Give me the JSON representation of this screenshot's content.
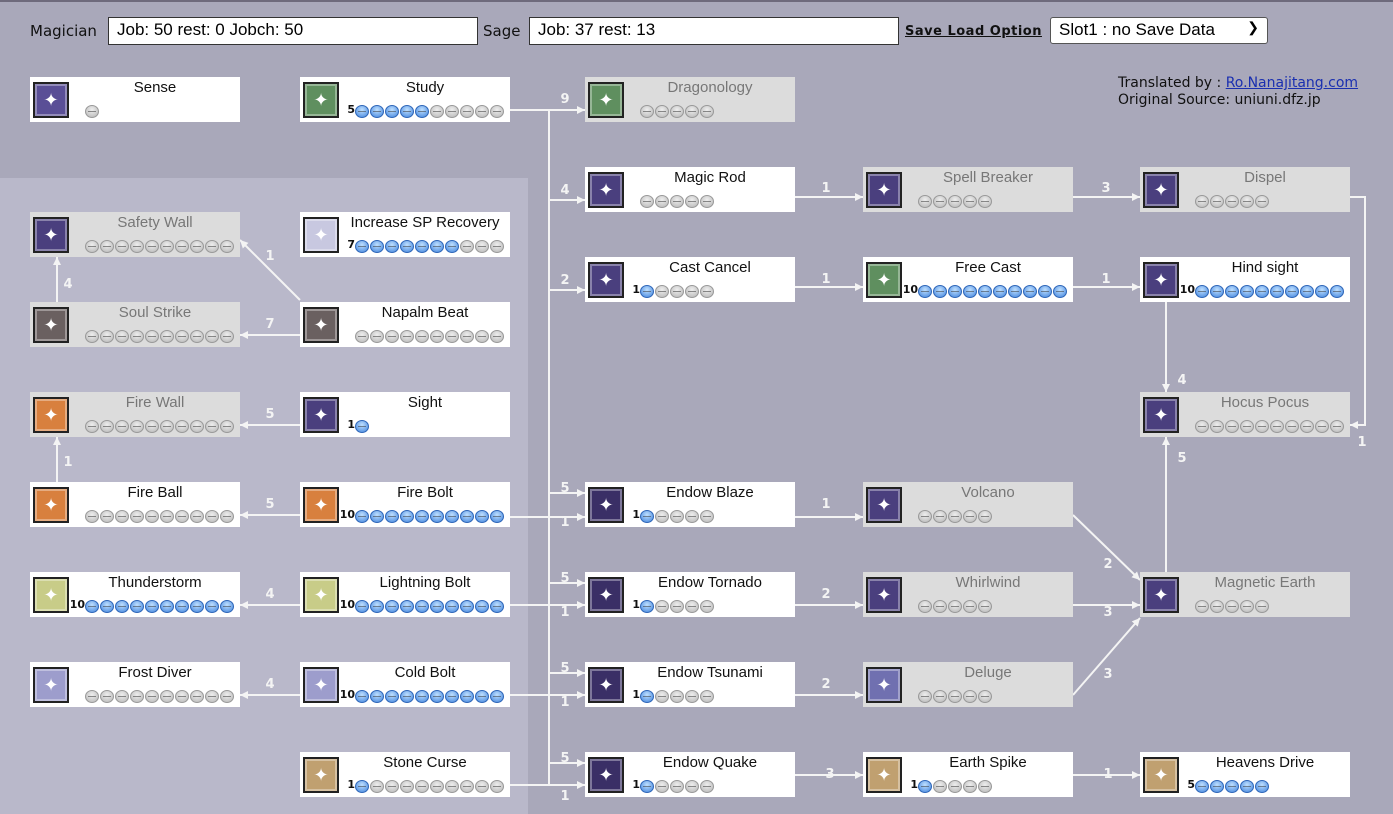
{
  "header": {
    "class1_label": "Magician",
    "class1_value": "Job: 50 rest: 0 Jobch: 50",
    "class2_label": "Sage",
    "class2_value": "Job: 37 rest: 13",
    "save_load_option": "Save Load Option",
    "slot_selected": "Slot1 : no Save Data"
  },
  "credits": {
    "translated_label": "Translated by : ",
    "translated_link": "Ro.Nanajitang.com",
    "source_label": "Original Source: ",
    "source_value": "uniuni.dfz.jp"
  },
  "colors": {
    "bg": "#a9a8ba",
    "panel": "#b9b8ca",
    "disabled": "#dcdcdc",
    "dot_on": "#3f82dc"
  },
  "skills": [
    {
      "name": "Sense",
      "level": 0,
      "max": 1,
      "enabled": true,
      "icon": "target-icon",
      "color": "#5a4f96"
    },
    {
      "name": "Study",
      "level": 5,
      "max": 10,
      "enabled": true,
      "icon": "crystal-icon",
      "color": "#5f8f5f"
    },
    {
      "name": "Dragonology",
      "level": 0,
      "max": 5,
      "enabled": false,
      "icon": "dragon-icon",
      "color": "#5f8f5f"
    },
    {
      "name": "Magic Rod",
      "level": 0,
      "max": 5,
      "enabled": true,
      "icon": "rod-icon",
      "color": "#4a3f7e"
    },
    {
      "name": "Spell Breaker",
      "level": 0,
      "max": 5,
      "enabled": false,
      "icon": "spell-breaker-icon",
      "color": "#4a3f7e"
    },
    {
      "name": "Dispel",
      "level": 0,
      "max": 5,
      "enabled": false,
      "icon": "dispel-icon",
      "color": "#4a3f7e"
    },
    {
      "name": "Safety Wall",
      "level": 0,
      "max": 10,
      "enabled": false,
      "icon": "wall-icon",
      "color": "#4a3f7e"
    },
    {
      "name": "Increase SP Recovery",
      "level": 7,
      "max": 10,
      "enabled": true,
      "icon": "face-icon",
      "color": "#c8c8e0"
    },
    {
      "name": "Cast Cancel",
      "level": 1,
      "max": 5,
      "enabled": true,
      "icon": "cancel-icon",
      "color": "#4a3f7e"
    },
    {
      "name": "Free Cast",
      "level": 10,
      "max": 10,
      "enabled": true,
      "icon": "free-cast-icon",
      "color": "#5f8f5f"
    },
    {
      "name": "Hind sight",
      "level": 10,
      "max": 10,
      "enabled": true,
      "icon": "hindsight-icon",
      "color": "#4a3f7e"
    },
    {
      "name": "Soul Strike",
      "level": 0,
      "max": 10,
      "enabled": false,
      "icon": "soul-scroll-icon",
      "color": "#6a6060"
    },
    {
      "name": "Napalm Beat",
      "level": 0,
      "max": 10,
      "enabled": true,
      "icon": "napalm-scroll-icon",
      "color": "#6a6060"
    },
    {
      "name": "Fire Wall",
      "level": 0,
      "max": 10,
      "enabled": false,
      "icon": "fire-scroll-icon",
      "color": "#d8803e"
    },
    {
      "name": "Sight",
      "level": 1,
      "max": 1,
      "enabled": true,
      "icon": "sight-icon",
      "color": "#4a3f7e"
    },
    {
      "name": "Hocus Pocus",
      "level": 0,
      "max": 10,
      "enabled": false,
      "icon": "hocus-icon",
      "color": "#4a3f7e"
    },
    {
      "name": "Fire Ball",
      "level": 0,
      "max": 10,
      "enabled": true,
      "icon": "fire-scroll-icon",
      "color": "#d8803e"
    },
    {
      "name": "Fire Bolt",
      "level": 10,
      "max": 10,
      "enabled": true,
      "icon": "fire-scroll-icon",
      "color": "#d8803e"
    },
    {
      "name": "Endow Blaze",
      "level": 1,
      "max": 5,
      "enabled": true,
      "icon": "endow-icon",
      "color": "#3a2f66"
    },
    {
      "name": "Volcano",
      "level": 0,
      "max": 5,
      "enabled": false,
      "icon": "volcano-icon",
      "color": "#4a3f7e"
    },
    {
      "name": "Thunderstorm",
      "level": 10,
      "max": 10,
      "enabled": true,
      "icon": "wind-scroll-icon",
      "color": "#c8cc88"
    },
    {
      "name": "Lightning Bolt",
      "level": 10,
      "max": 10,
      "enabled": true,
      "icon": "wind-scroll-icon",
      "color": "#c8cc88"
    },
    {
      "name": "Endow Tornado",
      "level": 1,
      "max": 5,
      "enabled": true,
      "icon": "endow-icon",
      "color": "#3a2f66"
    },
    {
      "name": "Whirlwind",
      "level": 0,
      "max": 5,
      "enabled": false,
      "icon": "whirlwind-icon",
      "color": "#4a3f7e"
    },
    {
      "name": "Magnetic Earth",
      "level": 0,
      "max": 5,
      "enabled": false,
      "icon": "magnetic-icon",
      "color": "#4a3f7e"
    },
    {
      "name": "Frost Diver",
      "level": 0,
      "max": 10,
      "enabled": true,
      "icon": "water-scroll-icon",
      "color": "#9d9dcc"
    },
    {
      "name": "Cold Bolt",
      "level": 10,
      "max": 10,
      "enabled": true,
      "icon": "water-scroll-icon",
      "color": "#9d9dcc"
    },
    {
      "name": "Endow Tsunami",
      "level": 1,
      "max": 5,
      "enabled": true,
      "icon": "endow-icon",
      "color": "#3a2f66"
    },
    {
      "name": "Deluge",
      "level": 0,
      "max": 5,
      "enabled": false,
      "icon": "deluge-icon",
      "color": "#7070b0"
    },
    {
      "name": "Stone Curse",
      "level": 1,
      "max": 10,
      "enabled": true,
      "icon": "earth-scroll-icon",
      "color": "#c0a070"
    },
    {
      "name": "Endow Quake",
      "level": 1,
      "max": 5,
      "enabled": true,
      "icon": "endow-icon",
      "color": "#3a2f66"
    },
    {
      "name": "Earth Spike",
      "level": 1,
      "max": 5,
      "enabled": true,
      "icon": "earth-scroll-icon",
      "color": "#c0a070"
    },
    {
      "name": "Heavens Drive",
      "level": 5,
      "max": 5,
      "enabled": true,
      "icon": "earth-scroll-icon",
      "color": "#c0a070"
    }
  ],
  "edge_labels": [
    "9",
    "4",
    "2",
    "5",
    "1",
    "5",
    "1",
    "5",
    "1",
    "5",
    "1",
    "1",
    "1",
    "3",
    "1",
    "1",
    "4",
    "5",
    "1",
    "2",
    "2",
    "2",
    "3",
    "3",
    "3",
    "1",
    "1",
    "7",
    "4",
    "5",
    "1",
    "5",
    "4",
    "4",
    "5"
  ]
}
